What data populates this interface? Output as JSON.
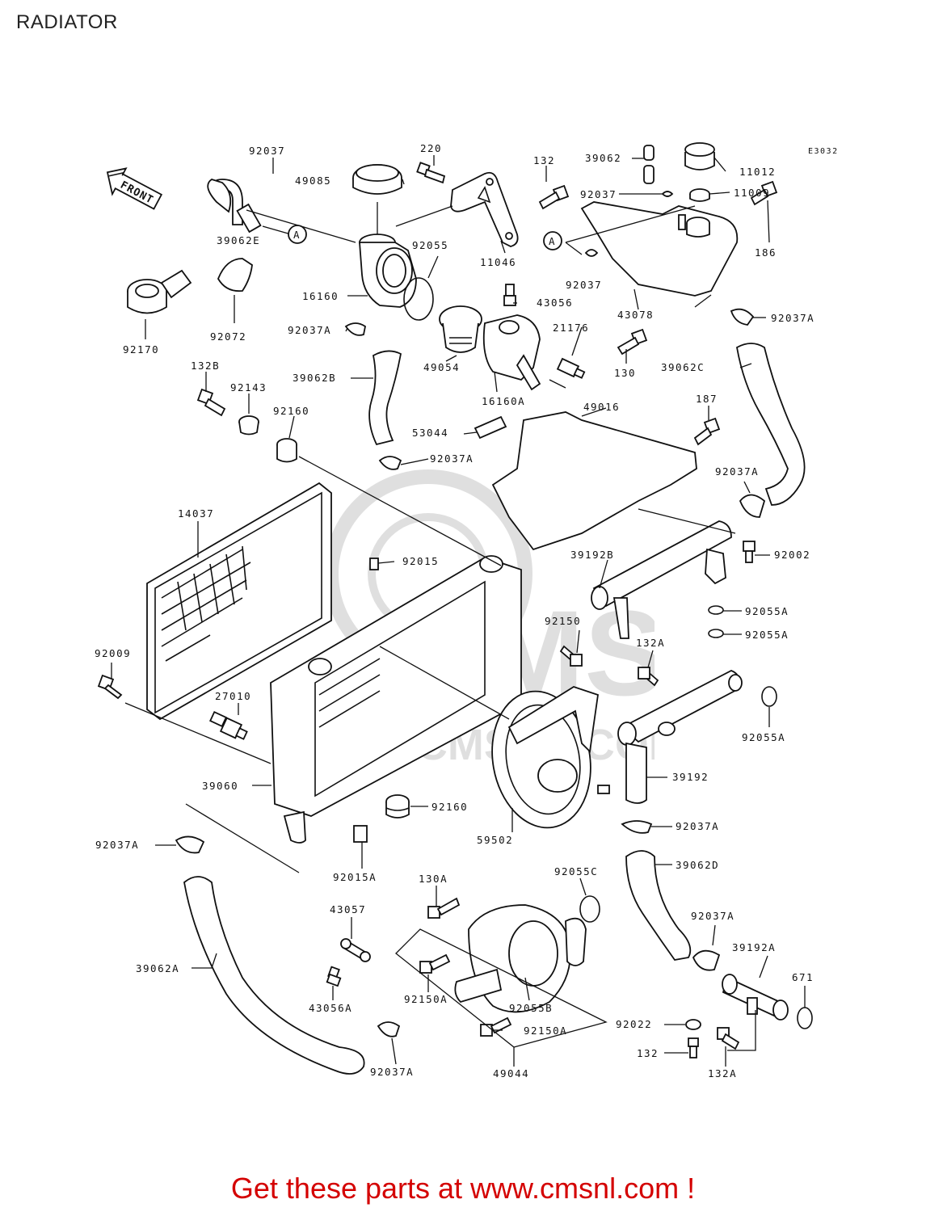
{
  "page": {
    "title": "RADIATOR",
    "diagram_code": "E3032",
    "front_label": "FRONT",
    "ref_mark": "A",
    "watermark": "CMS",
    "watermark_url": "WWW.CMSNL.COM",
    "footer": "Get these parts at www.cmsnl.com !"
  },
  "labels": {
    "p92037_a": "92037",
    "p220": "220",
    "p132_a": "132",
    "p39062": "39062",
    "pE3032": "E3032",
    "p49085": "49085",
    "p11012": "11012",
    "p92037_b": "92037",
    "p11009": "11009",
    "p39062E": "39062E",
    "p92055": "92055",
    "p11046": "11046",
    "p186": "186",
    "p92037_c": "92037",
    "p16160": "16160",
    "p43056": "43056",
    "p43078": "43078",
    "p92072": "92072",
    "p92037A_1": "92037A",
    "p92037A_2": "92037A",
    "p21176": "21176",
    "p92170": "92170",
    "p130": "130",
    "p39062C": "39062C",
    "p49054": "49054",
    "p132B": "132B",
    "p39062B": "39062B",
    "p16160A": "16160A",
    "p92143": "92143",
    "p49016": "49016",
    "p187": "187",
    "p92160_a": "92160",
    "p53044": "53044",
    "p92037A_3": "92037A",
    "p92037A_4": "92037A",
    "p14037": "14037",
    "p92015": "92015",
    "p39192B": "39192B",
    "p92002": "92002",
    "p92055A_1": "92055A",
    "p92055A_2": "92055A",
    "p92150": "92150",
    "p92009": "92009",
    "p132A_1": "132A",
    "p27010": "27010",
    "p92055A_3": "92055A",
    "p39060": "39060",
    "p39192": "39192",
    "p92160_b": "92160",
    "p92037A_5": "92037A",
    "p92037A_6": "92037A",
    "p59502": "59502",
    "p39062D": "39062D",
    "p92015A": "92015A",
    "p130A": "130A",
    "p92055C": "92055C",
    "p43057": "43057",
    "p92037A_7": "92037A",
    "p39062A": "39062A",
    "p39192A": "39192A",
    "p671": "671",
    "p43056A": "43056A",
    "p92150A_1": "92150A",
    "p92055B": "92055B",
    "p92022": "92022",
    "p92150A_2": "92150A",
    "p132_b": "132",
    "p132A_2": "132A",
    "p92037A_8": "92037A",
    "p49044": "49044"
  }
}
